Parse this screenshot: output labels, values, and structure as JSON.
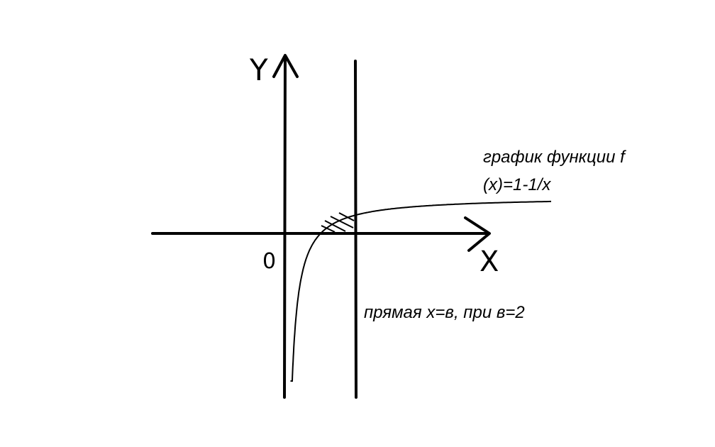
{
  "diagram": {
    "labels": {
      "y_axis": "Y",
      "x_axis": "X",
      "origin": "0"
    },
    "annotations": {
      "function_line1": "график функции f",
      "function_line2": "(x)=1-1/x",
      "vertical_line": "прямая x=в, при в=2"
    },
    "function": {
      "formula": "1-1/x",
      "x_range": [
        0.15,
        7.5
      ]
    },
    "vertical_line_x": 2,
    "shaded_region": {
      "x_from": 1,
      "x_to": 2
    },
    "colors": {
      "stroke": "#000000",
      "background": "#ffffff"
    }
  }
}
